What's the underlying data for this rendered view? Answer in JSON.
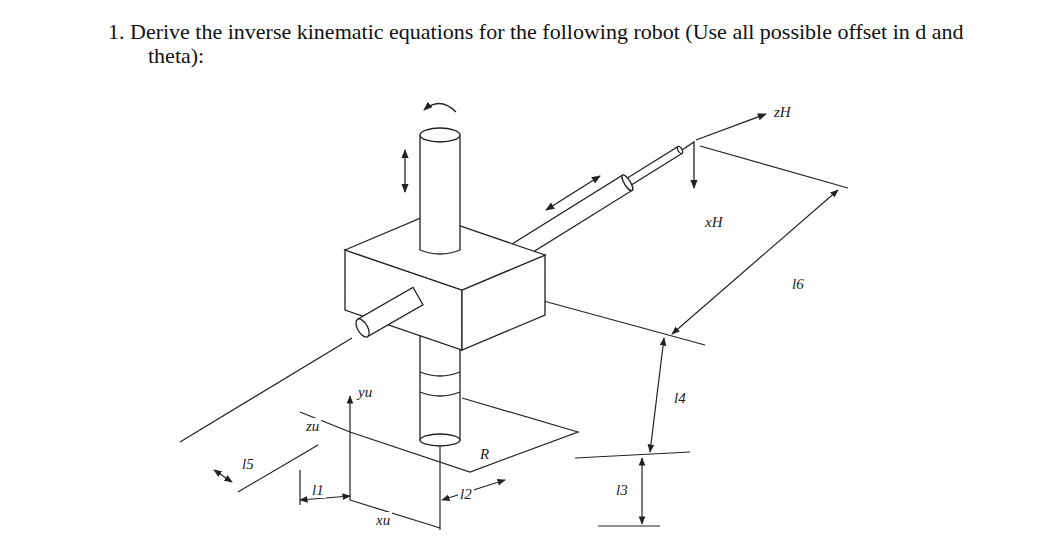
{
  "diagram": {
    "title": "1. Derive the inverse kinematic equations for the following robot (Use all possible offset in d and theta):",
    "labels": [
      "zH",
      "xH",
      "l6",
      "l4",
      "yu",
      "zu",
      "R",
      "l5",
      "l2",
      "l3",
      "l1",
      "xu"
    ]
  }
}
